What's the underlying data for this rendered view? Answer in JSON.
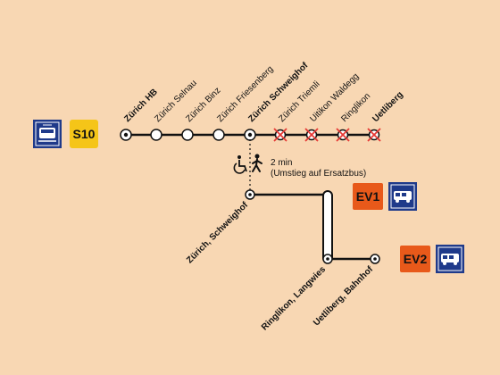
{
  "line": {
    "label": "S10",
    "color": "#f5c518",
    "train_icon": "train-icon",
    "stations": [
      {
        "name": "Zürich HB",
        "bold": true,
        "status": "terminus"
      },
      {
        "name": "Zürich Selnau",
        "bold": false,
        "status": "open"
      },
      {
        "name": "Zürich Binz",
        "bold": false,
        "status": "open"
      },
      {
        "name": "Zürich Friesenberg",
        "bold": false,
        "status": "open"
      },
      {
        "name": "Zürich Schweighof",
        "bold": true,
        "status": "transfer"
      },
      {
        "name": "Zürich Triemli",
        "bold": false,
        "status": "closed"
      },
      {
        "name": "Uitikon Waldegg",
        "bold": false,
        "status": "closed"
      },
      {
        "name": "Ringlikon",
        "bold": false,
        "status": "closed"
      },
      {
        "name": "Uetliberg",
        "bold": true,
        "status": "closed"
      }
    ],
    "closed_color": "#e53935"
  },
  "transfer": {
    "time": "2 min",
    "note": "(Umstieg auf Ersatzbus)",
    "icons": [
      "wheelchair-icon",
      "walking-icon"
    ]
  },
  "replacement": [
    {
      "label": "EV1",
      "color": "#e8591a",
      "icon": "bus-icon"
    },
    {
      "label": "EV2",
      "color": "#e8591a",
      "icon": "bus-icon"
    }
  ],
  "bus_stops": [
    {
      "name": "Zürich, Schweighof"
    },
    {
      "name": "Ringlikon, Langwies"
    },
    {
      "name": "Uetliberg, Bahnhof"
    }
  ],
  "icon_color": "#1f3a8a"
}
